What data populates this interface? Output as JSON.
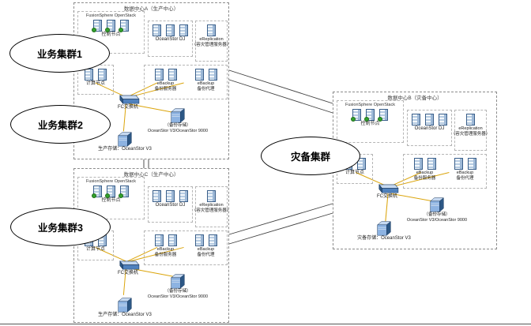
{
  "diagram": {
    "clusters": [
      {
        "label": "业务集群1"
      },
      {
        "label": "业务集群2"
      },
      {
        "label": "业务集群3"
      },
      {
        "label": "灾备集群"
      }
    ],
    "dcs": [
      {
        "title": "数据中心A（生产中心）",
        "storage_label": "生产存储：OceanStor V3"
      },
      {
        "title": "数据中心C（生产中心）",
        "storage_label": "生产存储：OceanStor V3"
      },
      {
        "title": "数据中心B（灾备中心）",
        "storage_label": "灾备存储：OceanStor V3"
      }
    ],
    "shared": {
      "fusionsphere": "FusionSphere OpenStack",
      "control_node": "控制节点",
      "oceanstor_dj": "OceanStor DJ",
      "ereplication": "eReplication",
      "ereplication_sub": "（容灾管理服务器）",
      "compute_node": "计算节点",
      "ebackup": "eBackup",
      "backup_server": "备份服务器",
      "backup_proxy": "备份代理",
      "fc_switch": "FC交换机",
      "backup_storage_1": "（备份存储）",
      "backup_storage_2": "OceanStor V3/OceanStor 9000"
    },
    "colors": {
      "wire": "#dba40a",
      "link": "#3f3f3f",
      "server_blue": "#3a5f8a",
      "status_green": "#33a02c"
    }
  }
}
